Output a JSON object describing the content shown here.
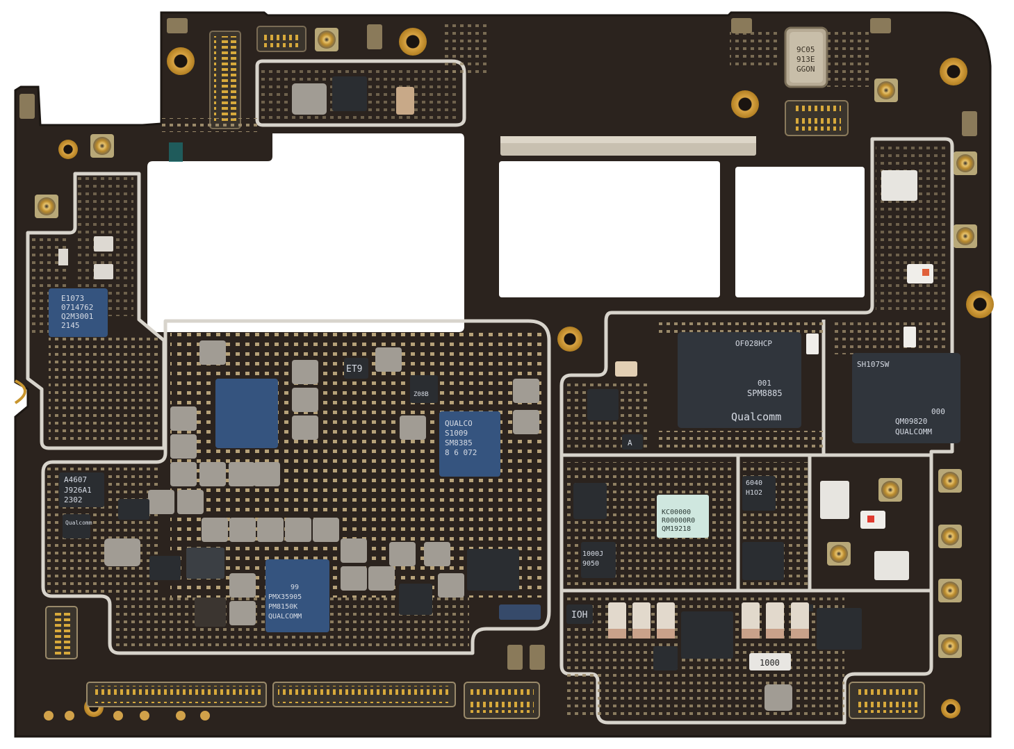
{
  "colors": {
    "board": "#2b231e",
    "board_edge": "#1c1713",
    "shield": "#d8d4cc",
    "gold": "#c8952e",
    "gold_light": "#e6c06a",
    "pad": "#c9b48a",
    "chip_dark": "#24282e",
    "chip_blue": "#35547f",
    "inductor": "#8e8d89",
    "cap_tan": "#c7a07f",
    "white": "#ffffff"
  },
  "chips": {
    "u1": {
      "lines": [
        "E1073",
        "0714762",
        "Q2M3001",
        "2145"
      ]
    },
    "u2": {
      "lines": [
        "A4607",
        "J926A1",
        "2302"
      ]
    },
    "u3": {
      "lines": [
        "Qualcomm"
      ]
    },
    "u4": {
      "lines": [
        "ET9"
      ]
    },
    "u5": {
      "lines": [
        "QUALCO",
        "S1009",
        "SM8385",
        "8 6 072"
      ]
    },
    "u6": {
      "lines": [
        "QUALCOMM",
        "PM8150K",
        "PMX35905",
        "99"
      ]
    },
    "u7": {
      "lines": [
        "OF028HCP",
        "Qualcomm",
        "SPM8885",
        "001"
      ]
    },
    "u8": {
      "lines": [
        "SH107SW",
        "QUALCOMM",
        "QM09820",
        "000"
      ]
    },
    "u9": {
      "lines": [
        "9C05",
        "913E",
        "GGON"
      ]
    },
    "u10": {
      "lines": [
        "QM19218",
        "R00000R0",
        "KC00000"
      ]
    },
    "u11": {
      "lines": [
        "1000"
      ]
    },
    "u12": {
      "lines": [
        "IOH"
      ]
    },
    "u13": {
      "lines": [
        "A"
      ]
    },
    "u14": {
      "lines": [
        "1000J",
        "9050"
      ]
    },
    "u15": {
      "lines": [
        "6040",
        "H1O2"
      ]
    },
    "u16": {
      "lines": [
        "Z08B"
      ]
    }
  }
}
